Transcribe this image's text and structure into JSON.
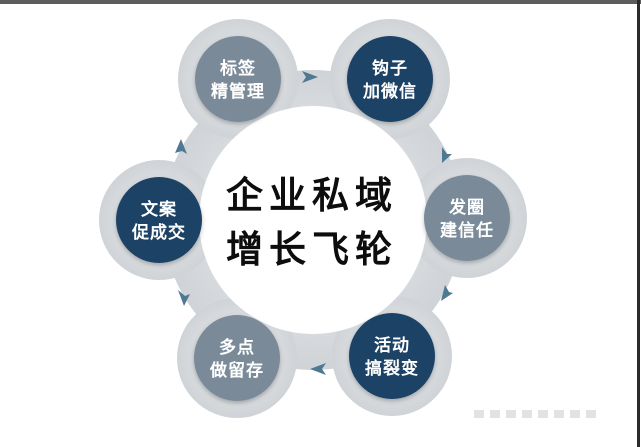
{
  "center": {
    "line1": "企业私域",
    "line2": "增长飞轮"
  },
  "nodes": [
    {
      "id": "tag",
      "line1": "标签",
      "line2": "精管理",
      "color": "#7a8a99"
    },
    {
      "id": "hook",
      "line1": "钩子",
      "line2": "加微信",
      "color": "#1f4266"
    },
    {
      "id": "moments",
      "line1": "发圈",
      "line2": "建信任",
      "color": "#7a8a99"
    },
    {
      "id": "activity",
      "line1": "活动",
      "line2": "搞裂变",
      "color": "#1f4266"
    },
    {
      "id": "points",
      "line1": "多点",
      "line2": "做留存",
      "color": "#7a8a99"
    },
    {
      "id": "copy",
      "line1": "文案",
      "line2": "促成交",
      "color": "#1f4266"
    }
  ],
  "colors": {
    "ring": "#d5d8db",
    "arrow": "#4f7893",
    "center_text": "#0d0d0d"
  }
}
